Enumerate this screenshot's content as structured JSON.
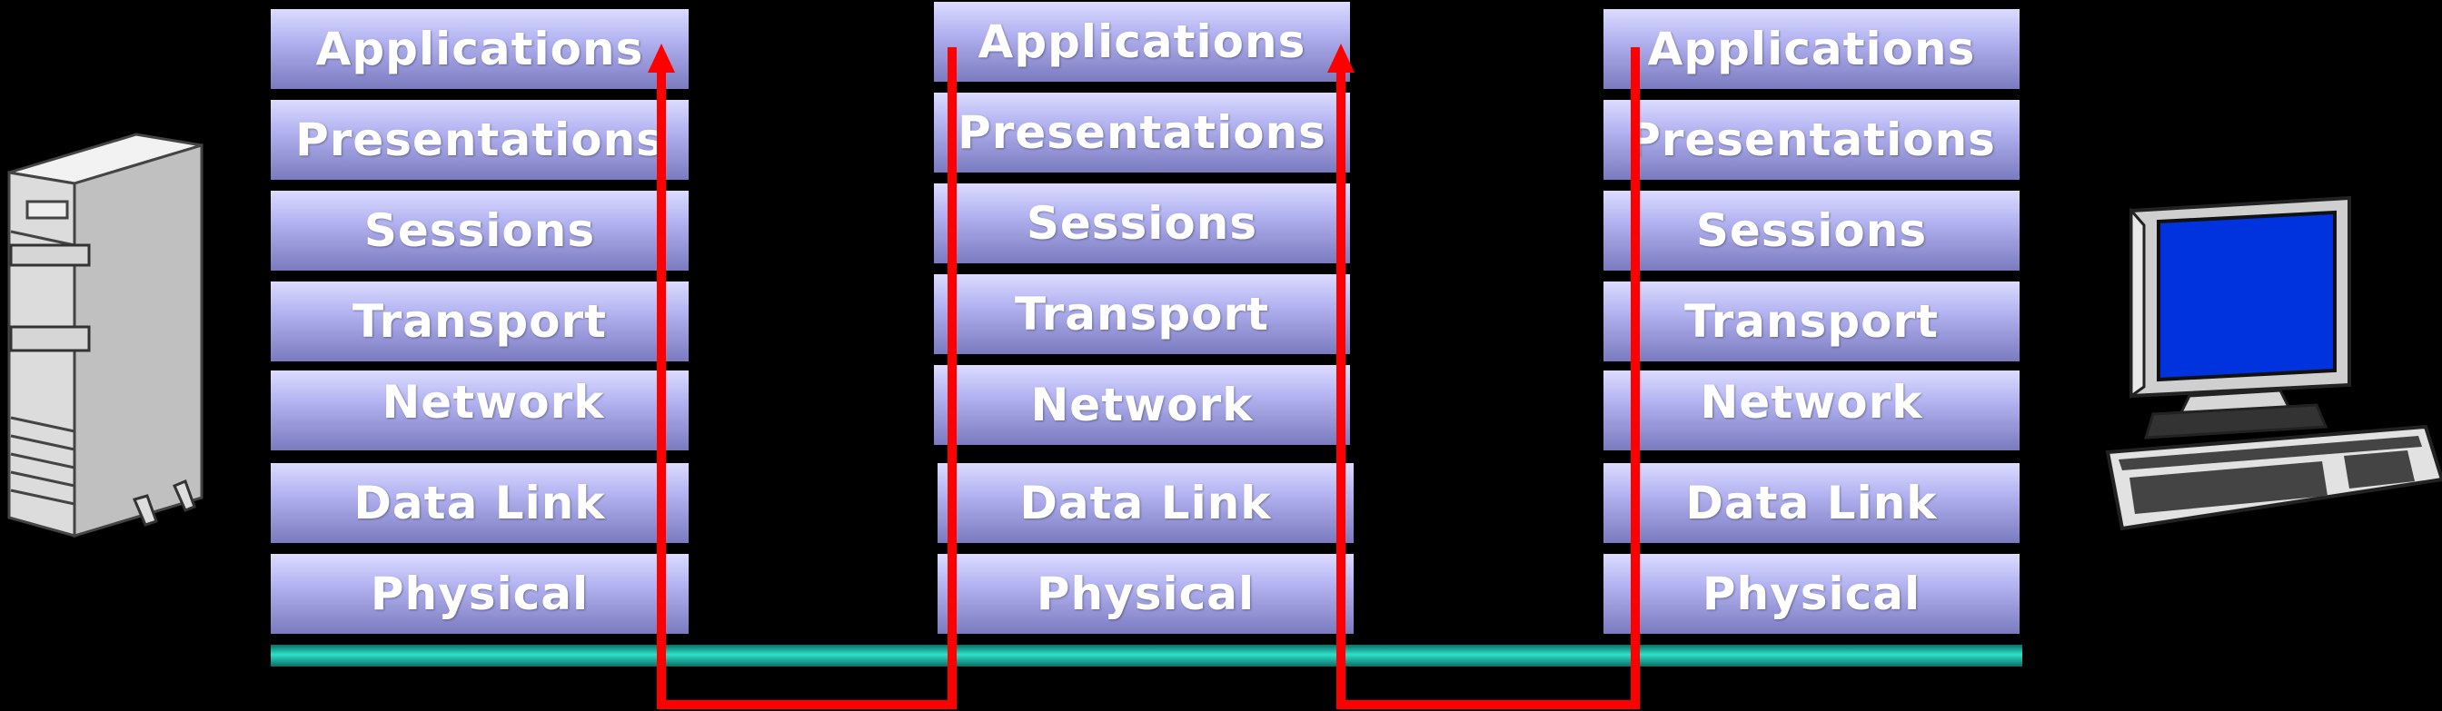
{
  "stacks": [
    {
      "layers": [
        "Applications",
        "Presentations",
        "Sessions",
        "Transport",
        "Network",
        "Data Link",
        "Physical"
      ]
    },
    {
      "layers": [
        "Applications",
        "Presentations",
        "Sessions",
        "Transport",
        "Network",
        "Data Link",
        "Physical"
      ]
    },
    {
      "layers": [
        "Applications",
        "Presentations",
        "Sessions",
        "Transport",
        "Network",
        "Data Link",
        "Physical"
      ]
    }
  ],
  "colors": {
    "background": "#000000",
    "layer_top": "#dcdcff",
    "layer_bottom": "#7a7abf",
    "path": "#ff0000",
    "network_cable": "#2ee0c8",
    "monitor_screen": "#0033dd"
  },
  "icons": {
    "left": "server-tower-icon",
    "right": "desktop-computer-icon"
  }
}
